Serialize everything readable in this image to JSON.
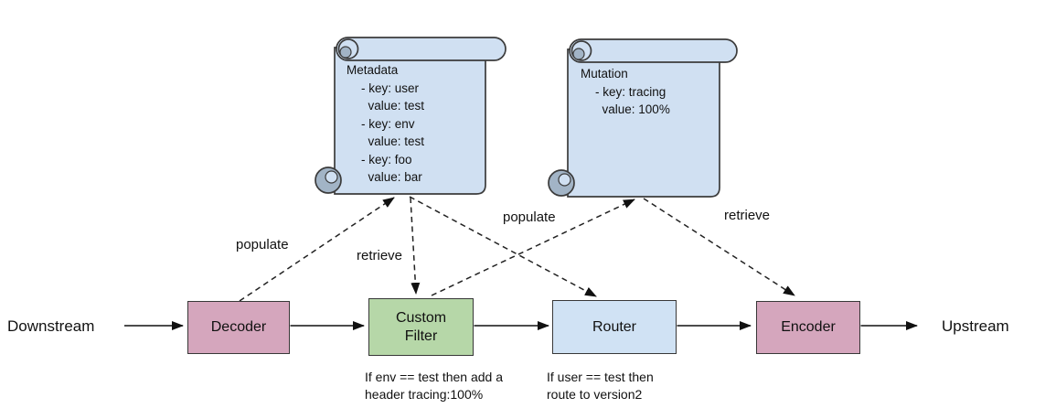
{
  "diagram": {
    "endpoints": {
      "left": "Downstream",
      "right": "Upstream"
    },
    "nodes": [
      {
        "id": "decoder",
        "label": "Decoder",
        "color": "#d5a6bd"
      },
      {
        "id": "custom-filter",
        "label": "Custom Filter",
        "color": "#b6d7a8",
        "caption": [
          "If env == test then add a",
          "header tracing:100%"
        ]
      },
      {
        "id": "router",
        "label": "Router",
        "color": "#d0e2f4",
        "caption": [
          "If user == test then",
          "route to version2"
        ]
      },
      {
        "id": "encoder",
        "label": "Encoder",
        "color": "#d5a6bd"
      }
    ],
    "scrolls": [
      {
        "id": "metadata",
        "title": "Metadata",
        "fill": "#d0e0f2",
        "body": [
          "- key: user",
          "  value: test",
          "- key: env",
          "  value: test",
          "- key: foo",
          "  value: bar"
        ]
      },
      {
        "id": "mutation",
        "title": "Mutation",
        "fill": "#d0e0f2",
        "body": [
          "- key: tracing",
          "  value: 100%"
        ]
      }
    ],
    "edge_labels": {
      "populate_metadata": "populate",
      "retrieve_metadata": "retrieve",
      "populate_mutation": "populate",
      "retrieve_mutation": "retrieve"
    }
  }
}
